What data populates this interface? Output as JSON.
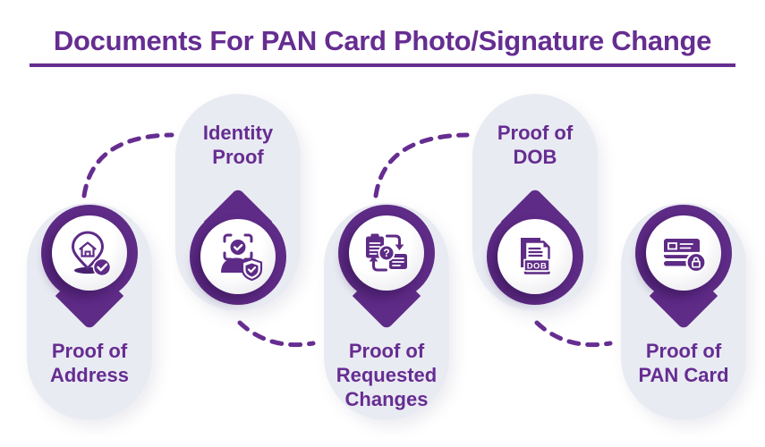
{
  "title": {
    "text": "Documents For PAN Card Photo/Signature Change"
  },
  "theme": {
    "title_color": "#662D91",
    "pin_color": "#5E2B86",
    "label_color": "#662D91",
    "pill_background": "#E9EBF3",
    "connector_color": "#662D91",
    "page_background": "#FFFFFF"
  },
  "items": [
    {
      "id": "proof-of-address",
      "label_lines": [
        "Proof of",
        "Address"
      ],
      "icon": "address-location-pin-check-icon",
      "label_position": "below"
    },
    {
      "id": "identity-proof",
      "label_lines": [
        "Identity",
        "Proof"
      ],
      "icon": "person-face-scan-shield-icon",
      "label_position": "above"
    },
    {
      "id": "proof-of-requested-changes",
      "label_lines": [
        "Proof of",
        "Requested",
        "Changes"
      ],
      "icon": "clipboard-exchange-question-icon",
      "label_position": "below"
    },
    {
      "id": "proof-of-dob",
      "label_lines": [
        "Proof of",
        "DOB"
      ],
      "icon": "dob-documents-icon",
      "label_position": "above"
    },
    {
      "id": "proof-of-pan-card",
      "label_lines": [
        "Proof of",
        "PAN Card"
      ],
      "icon": "pan-card-lock-icon",
      "label_position": "below"
    }
  ],
  "icon_texts": {
    "dob_badge": "DOB",
    "question_mark": "?"
  }
}
